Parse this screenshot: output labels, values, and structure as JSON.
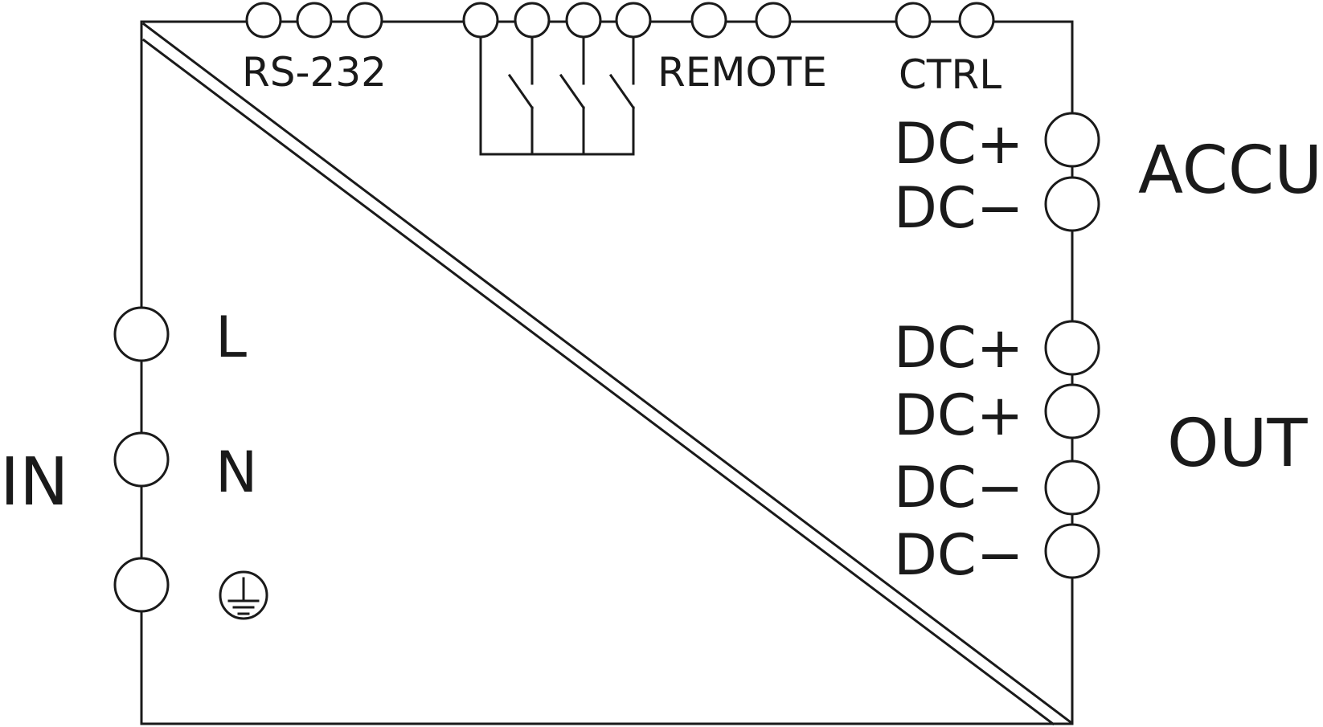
{
  "colors": {
    "line": "#1a1a1a",
    "background": "#ffffff"
  },
  "labels": {
    "rs232": "RS-232",
    "remote": "REMOTE",
    "ctrl": "CTRL",
    "accu": "ACCU",
    "out": "OUT",
    "in": "IN",
    "input_l": "L",
    "input_n": "N",
    "accu_terminals": [
      "DC+",
      "DC−"
    ],
    "out_terminals": [
      "DC+",
      "DC+",
      "DC−",
      "DC−"
    ]
  },
  "icons": {
    "protective_earth": "protective-earth-icon",
    "relay_contacts": "relay-switch-icon"
  }
}
